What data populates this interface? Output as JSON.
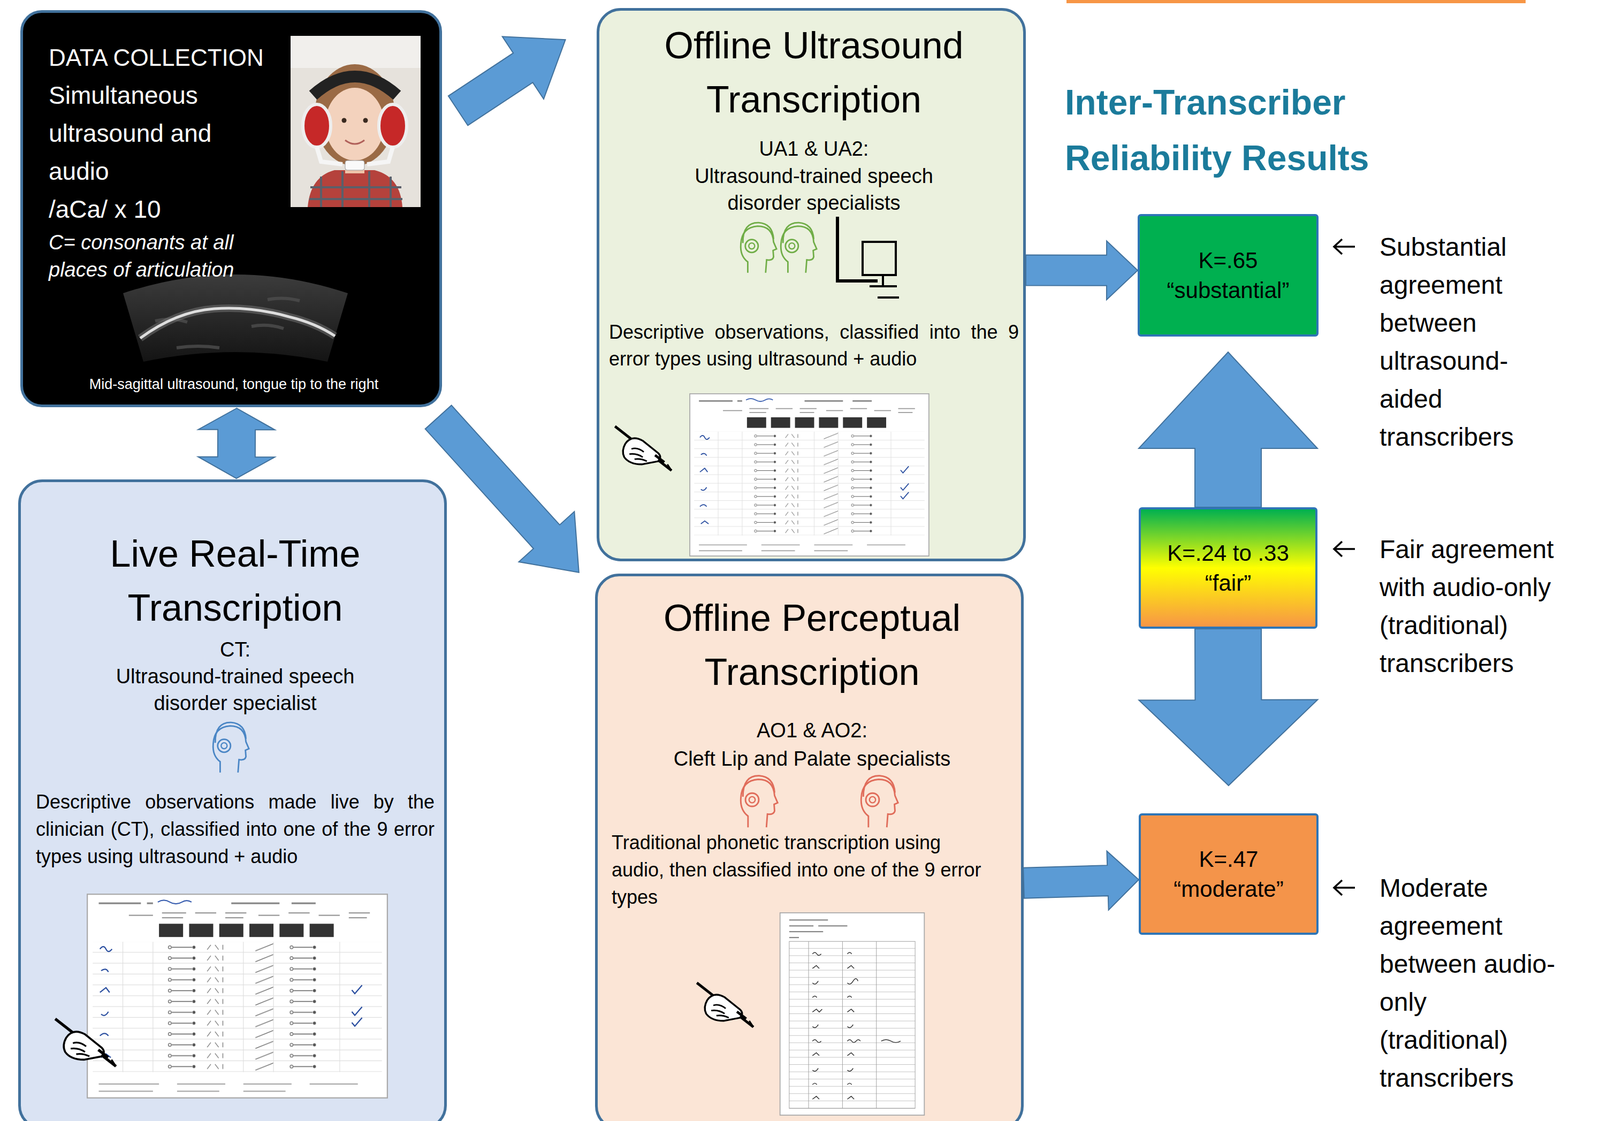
{
  "diagram": {
    "nodes": [
      {
        "text": [
          "DATA COLLECTION",
          "Simultaneous ultrasound and audio",
          "/aCa/ x 10",
          "C= consonants at all places of articulation",
          "Mid-sagittal ultrasound, tongue tip to the right"
        ]
      },
      {
        "text": [
          "Offline Ultrasound Transcription",
          "UA1 & UA2:",
          "Ultrasound-trained speech disorder specialists",
          "Descriptive observations, classified into the 9 error types using ultrasound + audio"
        ]
      },
      {
        "text": [
          "Live Real-Time Transcription",
          "CT:",
          "Ultrasound-trained speech disorder specialist",
          "Descriptive observations made live by the clinician (CT), classified into one of the 9 error types using ultrasound + audio"
        ]
      },
      {
        "text": [
          "Offline Perceptual Transcription",
          "AO1 & AO2:",
          "Cleft Lip and Palate specialists",
          "Traditional phonetic transcription using audio, then classified into one of the 9 error types"
        ]
      },
      {
        "text": [
          "K=.65",
          "“substantial”"
        ]
      },
      {
        "text": [
          "K=.24 to .33",
          "“fair”"
        ]
      },
      {
        "text": [
          "K=.47",
          "“moderate”"
        ]
      }
    ],
    "edges": [
      {
        "from": 0,
        "to": 1,
        "arrow": "to"
      },
      {
        "from": 0,
        "to": 2,
        "arrow": "both"
      },
      {
        "from": 0,
        "to": 3,
        "arrow": "to"
      },
      {
        "from": 1,
        "to": 4,
        "arrow": "to"
      },
      {
        "from": 3,
        "to": 6,
        "arrow": "to"
      },
      {
        "from": 5,
        "to": 4,
        "arrow": "to"
      },
      {
        "from": 5,
        "to": 6,
        "arrow": "to"
      }
    ],
    "labels": [
      "Inter-Transcriber Reliability Results",
      "Substantial agreement between ultrasound-aided transcribers",
      "Fair agreement with audio-only (traditional) transcribers",
      "Moderate agreement between audio-only (traditional) transcribers"
    ]
  }
}
